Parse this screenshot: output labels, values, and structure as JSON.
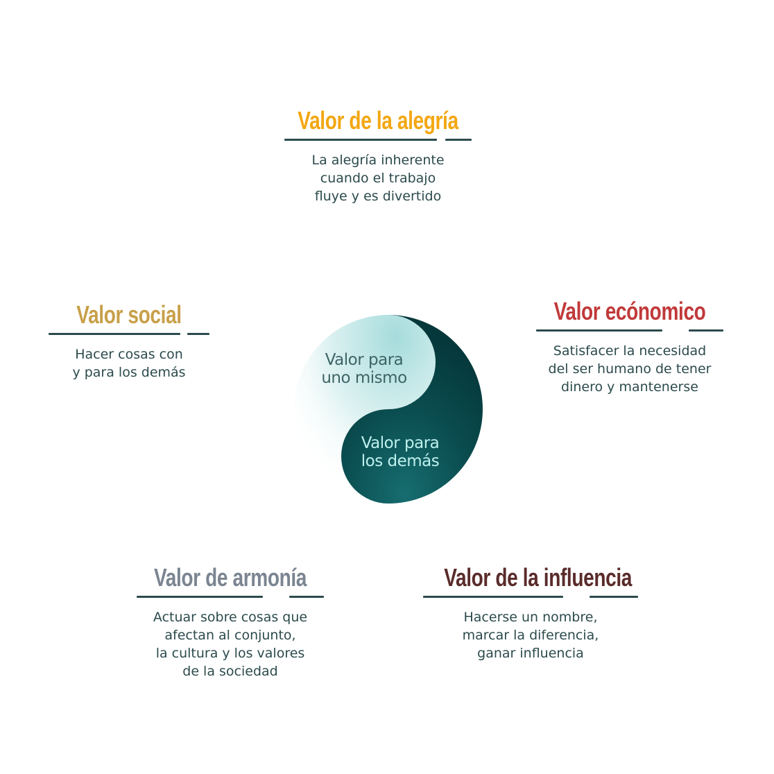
{
  "values": [
    {
      "id": "alegria",
      "title": "Valor de la alegría",
      "color": "#f3a712",
      "description": "La alegría inherente\ncuando el trabajo\nfluye y es divertido"
    },
    {
      "id": "social",
      "title": "Valor social",
      "color": "#c8a04a",
      "description": "Hacer cosas con\ny para los demás"
    },
    {
      "id": "economico",
      "title": "Valor ecónomico",
      "color": "#c1393a",
      "description": "Satisfacer la necesidad\ndel ser humano de tener\ndinero y mantenerse"
    },
    {
      "id": "armonia",
      "title": "Valor de armonía",
      "color": "#7b8591",
      "description": "Actuar sobre cosas que\nafectan al conjunto,\nla cultura y los valores\nde la sociedad"
    },
    {
      "id": "influencia",
      "title": "Valor de la influencia",
      "color": "#5a2b2b",
      "description": "Hacerse un nombre,\nmarcar la diferencia,\nganar influencia"
    }
  ],
  "yinyang": {
    "self_label": "Valor para\nuno mismo",
    "others_label": "Valor para\nlos demás",
    "self_text_color": "#3e6466",
    "others_text_color": "#bff0ee",
    "light_color": "#a6dcdc",
    "dark_color": "#05383b"
  },
  "text_color": "#2c4a4c"
}
